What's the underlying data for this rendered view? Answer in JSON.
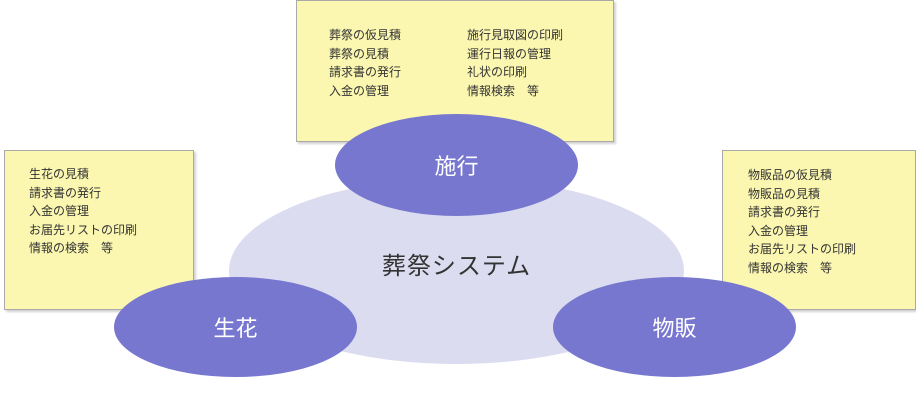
{
  "center": {
    "label": "葬祭システム"
  },
  "nodes": {
    "top": {
      "label": "施行"
    },
    "left": {
      "label": "生花"
    },
    "right": {
      "label": "物販"
    }
  },
  "notes": {
    "top": {
      "col1": [
        "葬祭の仮見積",
        "葬祭の見積",
        "請求書の発行",
        "入金の管理"
      ],
      "col2": [
        "施行見取図の印刷",
        "運行日報の管理",
        "礼状の印刷",
        "情報検索　等"
      ]
    },
    "left": [
      "生花の見積",
      "請求書の発行",
      "入金の管理",
      "お届先リストの印刷",
      "情報の検索　等"
    ],
    "right": [
      "物販品の仮見積",
      "物販品の見積",
      "請求書の発行",
      "入金の管理",
      "お届先リストの印刷",
      "情報の検索　等"
    ]
  },
  "colors": {
    "node_fill": "#7777cf",
    "center_fill": "#dcdcf0",
    "note_fill": "#fbf7b1",
    "note_border": "#a9a9a9"
  }
}
